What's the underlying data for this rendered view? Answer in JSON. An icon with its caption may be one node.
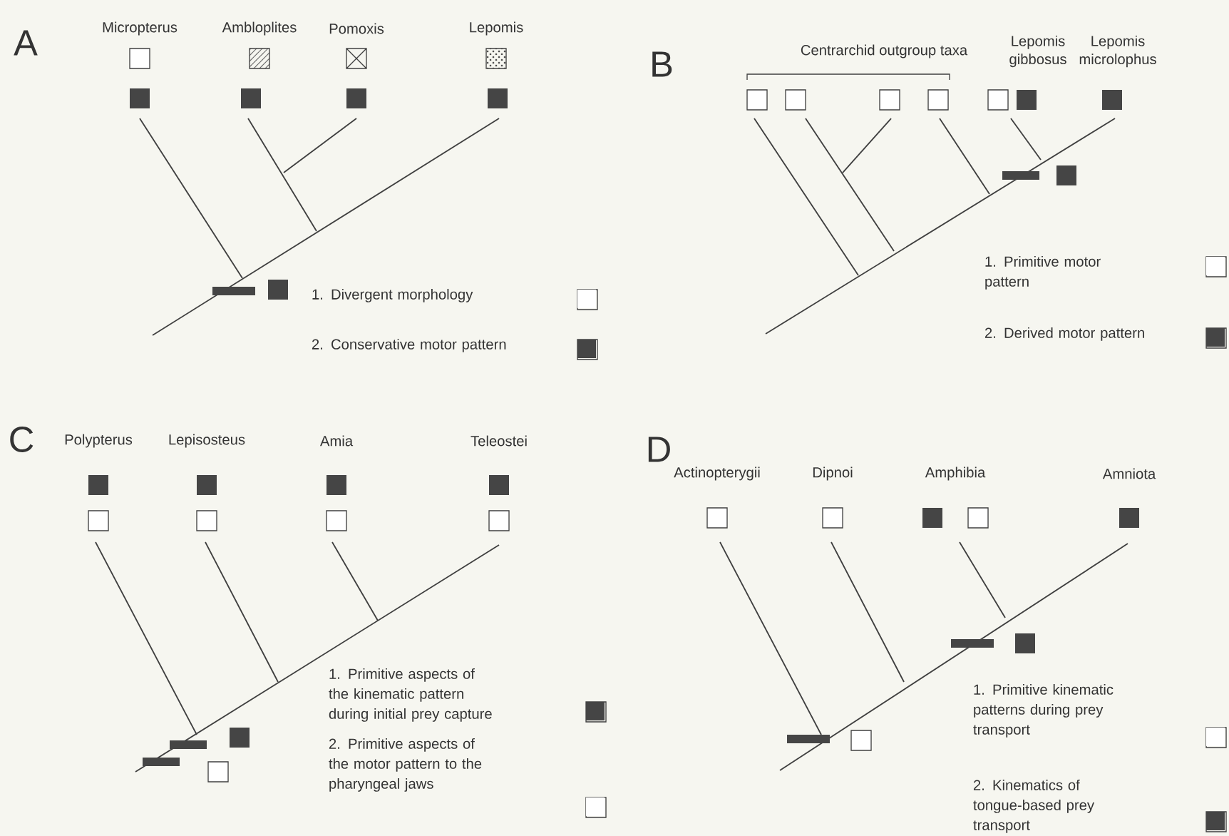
{
  "diagram": {
    "labels": [
      "A",
      "Micropterus",
      "Ambloplites",
      "Pomoxis",
      "Lepomis",
      "B",
      "Centrarchid outgroup taxa",
      "Lepomis gibbosus",
      "Lepomis microlophus",
      "C",
      "Polypterus",
      "Lepisosteus",
      "Amia",
      "Teleostei",
      "D",
      "Actinopterygii",
      "Dipnoi",
      "Amphibia",
      "Amniota"
    ],
    "legend": [
      {
        "text": "1. Divergent morphology",
        "color": "#ffffff"
      },
      {
        "text": "2. Conservative motor pattern",
        "color": "#454545"
      },
      {
        "text": "1. Primitive motor pattern",
        "color": "#ffffff"
      },
      {
        "text": "2. Derived motor pattern",
        "color": "#454545"
      },
      {
        "text": "1. Primitive aspects of the kinematic pattern during initial prey capture",
        "color": "#454545"
      },
      {
        "text": "2. Primitive aspects of the motor pattern to the pharyngeal jaws",
        "color": "#ffffff"
      },
      {
        "text": "1. Primitive kinematic patterns during prey transport",
        "color": "#ffffff"
      },
      {
        "text": "2. Kinematics of tongue-based prey transport",
        "color": "#454545"
      }
    ]
  }
}
